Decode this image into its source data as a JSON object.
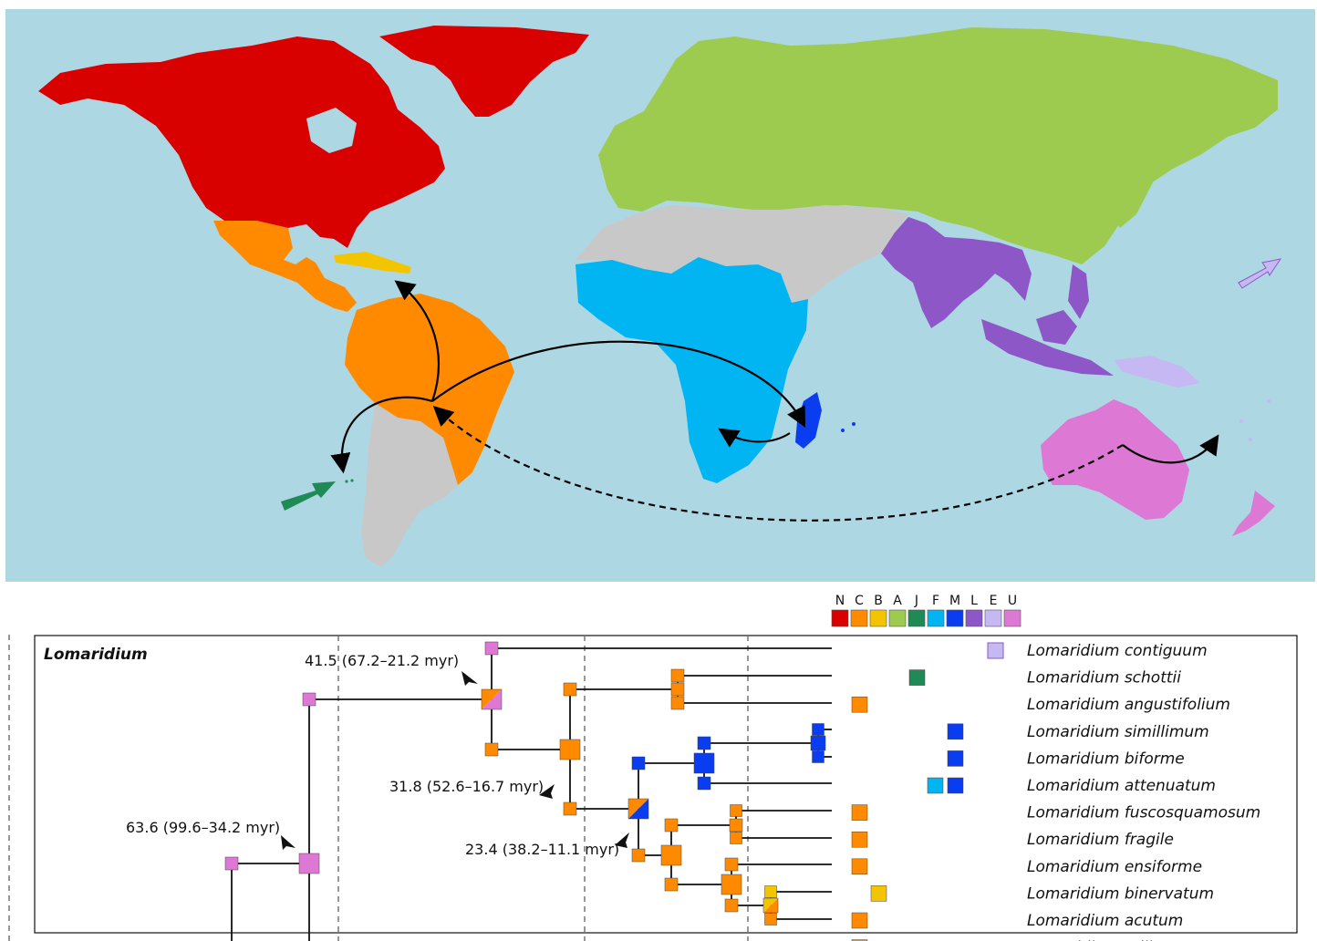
{
  "colors": {
    "ocean": "#aed7e4",
    "N": "#d90000",
    "C": "#ff8a00",
    "B": "#f2c500",
    "A": "#9ccb4f",
    "J": "#1f8a56",
    "F": "#00b5f2",
    "M": "#0a3cf0",
    "L": "#8d57c7",
    "E": "#c6b8f2",
    "U": "#dd78d4",
    "grey": "#c8c8c8"
  },
  "legend": {
    "codes": [
      "N",
      "C",
      "B",
      "A",
      "J",
      "F",
      "M",
      "L",
      "E",
      "U"
    ]
  },
  "tree": {
    "clade_label": "Lomaridium",
    "node_labels": {
      "n1": "63.6 (99.6–34.2 myr)",
      "n2": "41.5 (67.2–21.2 myr)",
      "n3": "31.8 (52.6–16.7 myr)",
      "n4": "23.4 (38.2–11.1 myr)"
    },
    "tips": [
      {
        "name": "Lomaridium contiguum",
        "areas": [
          "E"
        ]
      },
      {
        "name": "Lomaridium schottii",
        "areas": [
          "J"
        ]
      },
      {
        "name": "Lomaridium angustifolium",
        "areas": [
          "C"
        ]
      },
      {
        "name": "Lomaridium simillimum",
        "areas": [
          "M"
        ]
      },
      {
        "name": "Lomaridium biforme",
        "areas": [
          "M"
        ]
      },
      {
        "name": "Lomaridium attenuatum",
        "areas": [
          "F",
          "M"
        ]
      },
      {
        "name": "Lomaridium fuscosquamosum",
        "areas": [
          "C"
        ]
      },
      {
        "name": "Lomaridium fragile",
        "areas": [
          "C"
        ]
      },
      {
        "name": "Lomaridium ensiforme",
        "areas": [
          "C"
        ]
      },
      {
        "name": "Lomaridium binervatum",
        "areas": [
          "B"
        ]
      },
      {
        "name": "Lomaridium acutum",
        "areas": [
          "C"
        ]
      },
      {
        "name": "Lomaridium ...ilis",
        "areas": [
          "C"
        ]
      }
    ]
  }
}
